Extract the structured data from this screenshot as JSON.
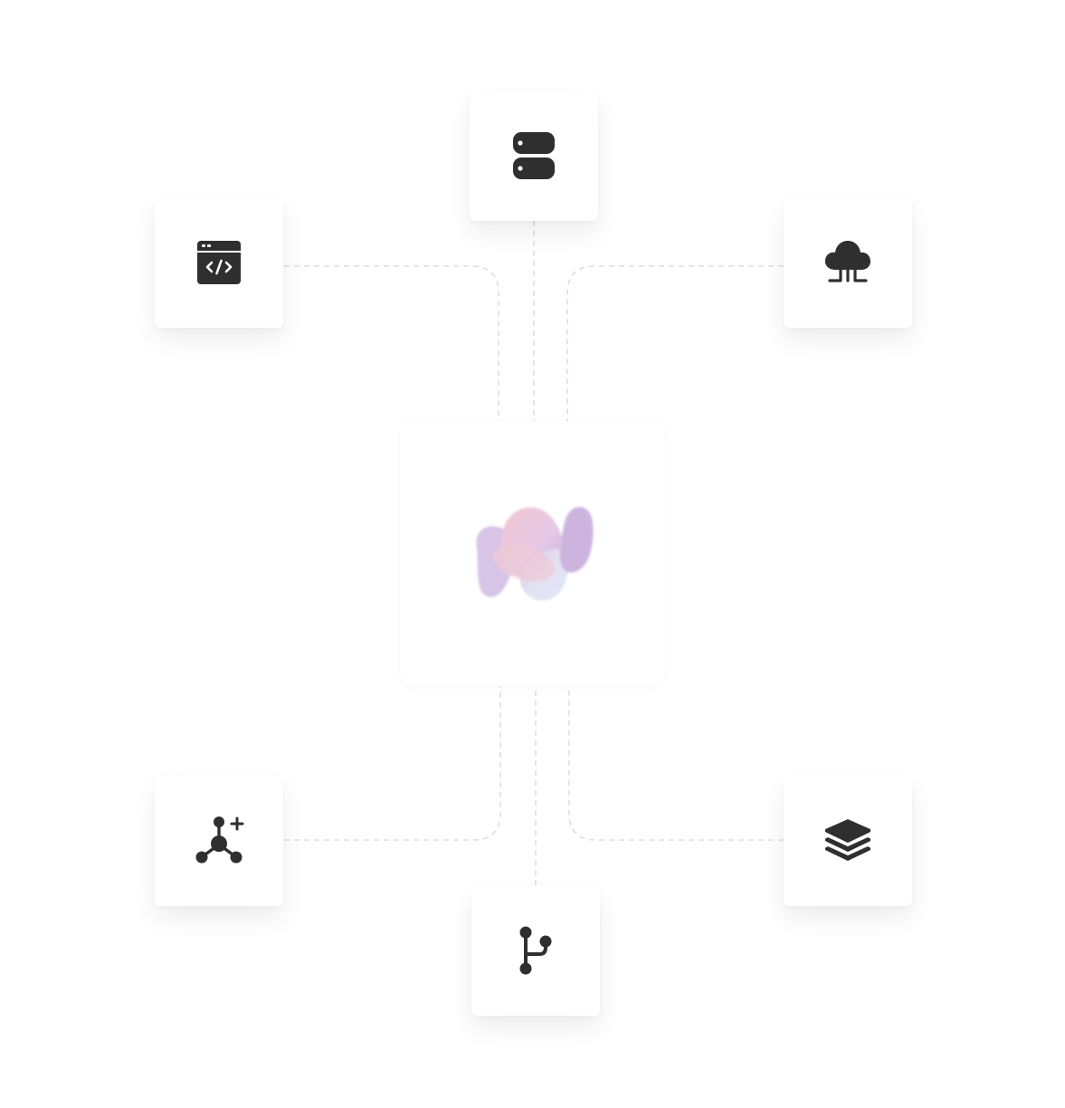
{
  "diagram": {
    "hub": {
      "icon": "brand-wave-logo"
    },
    "nodes": [
      {
        "id": "server",
        "icon": "server-icon",
        "color": "#2f2f2f"
      },
      {
        "id": "code-window",
        "icon": "code-window-icon",
        "color": "#2f2f2f"
      },
      {
        "id": "cloud-network",
        "icon": "cloud-network-icon",
        "color": "#2f2f2f"
      },
      {
        "id": "graph-add",
        "icon": "graph-add-icon",
        "color": "#2f2f2f"
      },
      {
        "id": "layers",
        "icon": "layers-icon",
        "color": "#2f2f2f"
      },
      {
        "id": "git-branch",
        "icon": "git-branch-icon",
        "color": "#2f2f2f"
      }
    ],
    "connector_color": "#d6d6d6",
    "connector_style": "dashed"
  }
}
